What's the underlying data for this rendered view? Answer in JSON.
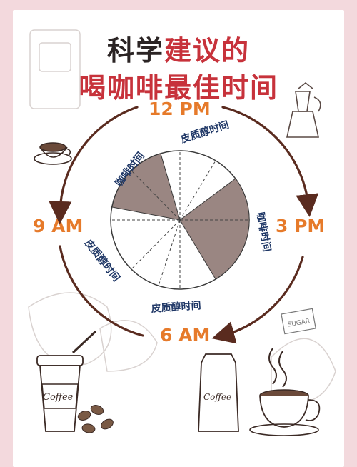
{
  "title": {
    "line1_part1": "科学",
    "line1_part2": "建议的",
    "line2": "喝咖啡最佳时间"
  },
  "times": {
    "top": "12 PM",
    "right": "3 PM",
    "bottom": "6 AM",
    "left": "9 AM"
  },
  "labels": {
    "coffee_time_a": "咖啡时间",
    "coffee_time_b": "咖啡时间",
    "cortisol_top": "皮质醇时间",
    "cortisol_left": "皮质醇时间",
    "cortisol_bottom": "皮质醇时间"
  },
  "decor": {
    "coffee_cup_text": "Coffee",
    "bag_text": "Coffee",
    "sugar_text": "SUGAR"
  },
  "colors": {
    "background": "#f3d9dd",
    "title_red": "#c7323b",
    "time_orange": "#e67a2a",
    "arrow_brown": "#5a2b1f",
    "coffee_segment": "#9a8682",
    "label_navy": "#1f3766"
  },
  "icons": [
    "coffee-cup-icon",
    "moka-pot-icon",
    "coffee-machine-icon",
    "sugar-packet-icon",
    "coffee-bag-icon",
    "coffee-beans-icon",
    "takeaway-cup-icon",
    "steaming-mug-icon"
  ]
}
